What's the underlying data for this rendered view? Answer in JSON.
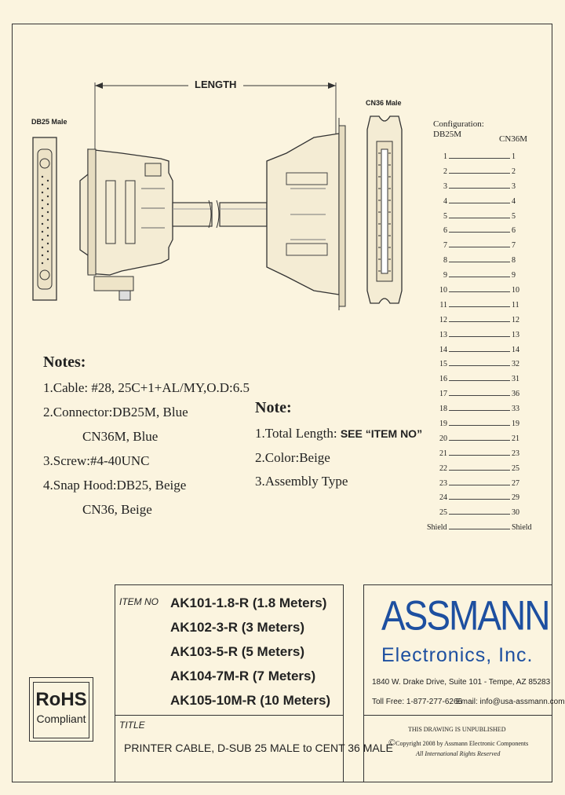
{
  "drawing": {
    "length_label": "LENGTH",
    "db25_label": "DB25 Male",
    "cn36_label": "CN36 Male"
  },
  "configuration": {
    "title": "Configuration:",
    "left_header": "DB25M",
    "right_header": "CN36M",
    "pins": [
      [
        "1",
        "1"
      ],
      [
        "2",
        "2"
      ],
      [
        "3",
        "3"
      ],
      [
        "4",
        "4"
      ],
      [
        "5",
        "5"
      ],
      [
        "6",
        "6"
      ],
      [
        "7",
        "7"
      ],
      [
        "8",
        "8"
      ],
      [
        "9",
        "9"
      ],
      [
        "10",
        "10"
      ],
      [
        "11",
        "11"
      ],
      [
        "12",
        "12"
      ],
      [
        "13",
        "13"
      ],
      [
        "14",
        "14"
      ],
      [
        "15",
        "32"
      ],
      [
        "16",
        "31"
      ],
      [
        "17",
        "36"
      ],
      [
        "18",
        "33"
      ],
      [
        "19",
        "19"
      ],
      [
        "20",
        "21"
      ],
      [
        "21",
        "23"
      ],
      [
        "22",
        "25"
      ],
      [
        "23",
        "27"
      ],
      [
        "24",
        "29"
      ],
      [
        "25",
        "30"
      ],
      [
        "Shield",
        "Shield"
      ]
    ]
  },
  "notes": {
    "title": "Notes:",
    "lines": [
      "1.Cable: #28, 25C+1+AL/MY,O.D:6.5",
      "2.Connector:DB25M, Blue",
      "CN36M, Blue",
      "3.Screw:#4-40UNC",
      "4.Snap Hood:DB25, Beige",
      "CN36, Beige"
    ]
  },
  "note": {
    "title": "Note:",
    "line1_prefix": "1.Total Length: ",
    "line1_bold": "SEE “ITEM NO”",
    "line2": "2.Color:Beige",
    "line3": "3.Assembly Type"
  },
  "items": {
    "label": "ITEM NO",
    "list": [
      "AK101-1.8-R  (1.8 Meters)",
      "AK102-3-R  (3 Meters)",
      "AK103-5-R  (5 Meters)",
      "AK104-7M-R  (7 Meters)",
      "AK105-10M-R  (10 Meters)"
    ]
  },
  "title_block": {
    "label": "TITLE",
    "value": "PRINTER CABLE, D-SUB 25 MALE to CENT 36 MALE"
  },
  "rohs": {
    "big": "RoHS",
    "small": "Compliant"
  },
  "company": {
    "name": "ASSMANN",
    "sub": "Electronics, Inc.",
    "address": "1840 W. Drake Drive, Suite 101 - Tempe, AZ 85283",
    "tollfree": "Toll Free: 1-877-277-6266",
    "email": "Email: info@usa-assmann.com",
    "unpublished": "THIS DRAWING IS UNPUBLISHED",
    "copyright": "Copyright 2008 by Assmann Electronic Components",
    "rights": "All International Rights Reserved"
  },
  "colors": {
    "background": "#fbf4df",
    "logo": "#1d4fa0"
  }
}
